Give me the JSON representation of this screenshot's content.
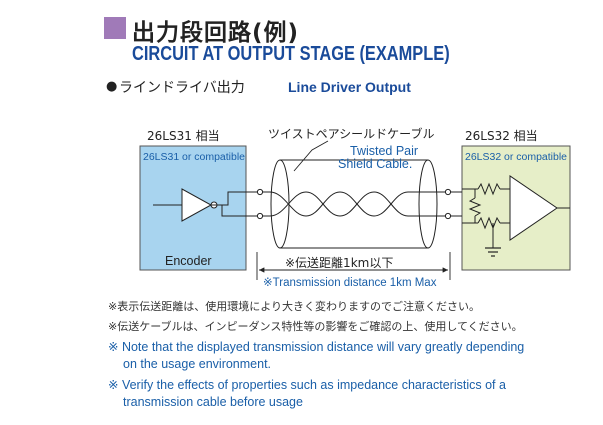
{
  "heading": {
    "title_ja": "出力段回路(例)",
    "title_en": "CIRCUIT AT OUTPUT STAGE (EXAMPLE)",
    "bullet": "●",
    "subtitle_ja": "ラインドライバ出力",
    "subtitle_en": "Line Driver Output"
  },
  "diagram": {
    "left_block": {
      "title": "26LS31  相当",
      "compat": "26LS31 or compatible",
      "label": "Encoder",
      "fill": "#a8d4ef"
    },
    "right_block": {
      "title": "26LS32  相当",
      "compat": "26LS32 or compatible",
      "fill": "#e6eec8"
    },
    "cable_ja": "ツイストペアシールドケーブル",
    "cable_en_1": "Twisted Pair",
    "cable_en_2": "Shield Cable.",
    "distance_ja": "※伝送距離1km以下",
    "distance_en": "※Transmission distance 1km Max",
    "accent": "#1a5fa8"
  },
  "notes": [
    {
      "text": "※表示伝送距離は、使用環境により大きく変わりますのでご注意ください。",
      "lang": "ja"
    },
    {
      "text": "※伝送ケーブルは、インピーダンス特性等の影響をご確認の上、使用してください。",
      "lang": "ja"
    },
    {
      "text": "※ Note that the displayed transmission distance will vary greatly depending",
      "lang": "en"
    },
    {
      "text": "on the usage environment.",
      "lang": "en"
    },
    {
      "text": "※ Verify the effects of properties such as impedance characteristics of a",
      "lang": "en"
    },
    {
      "text": "transmission cable before usage",
      "lang": "en"
    }
  ]
}
